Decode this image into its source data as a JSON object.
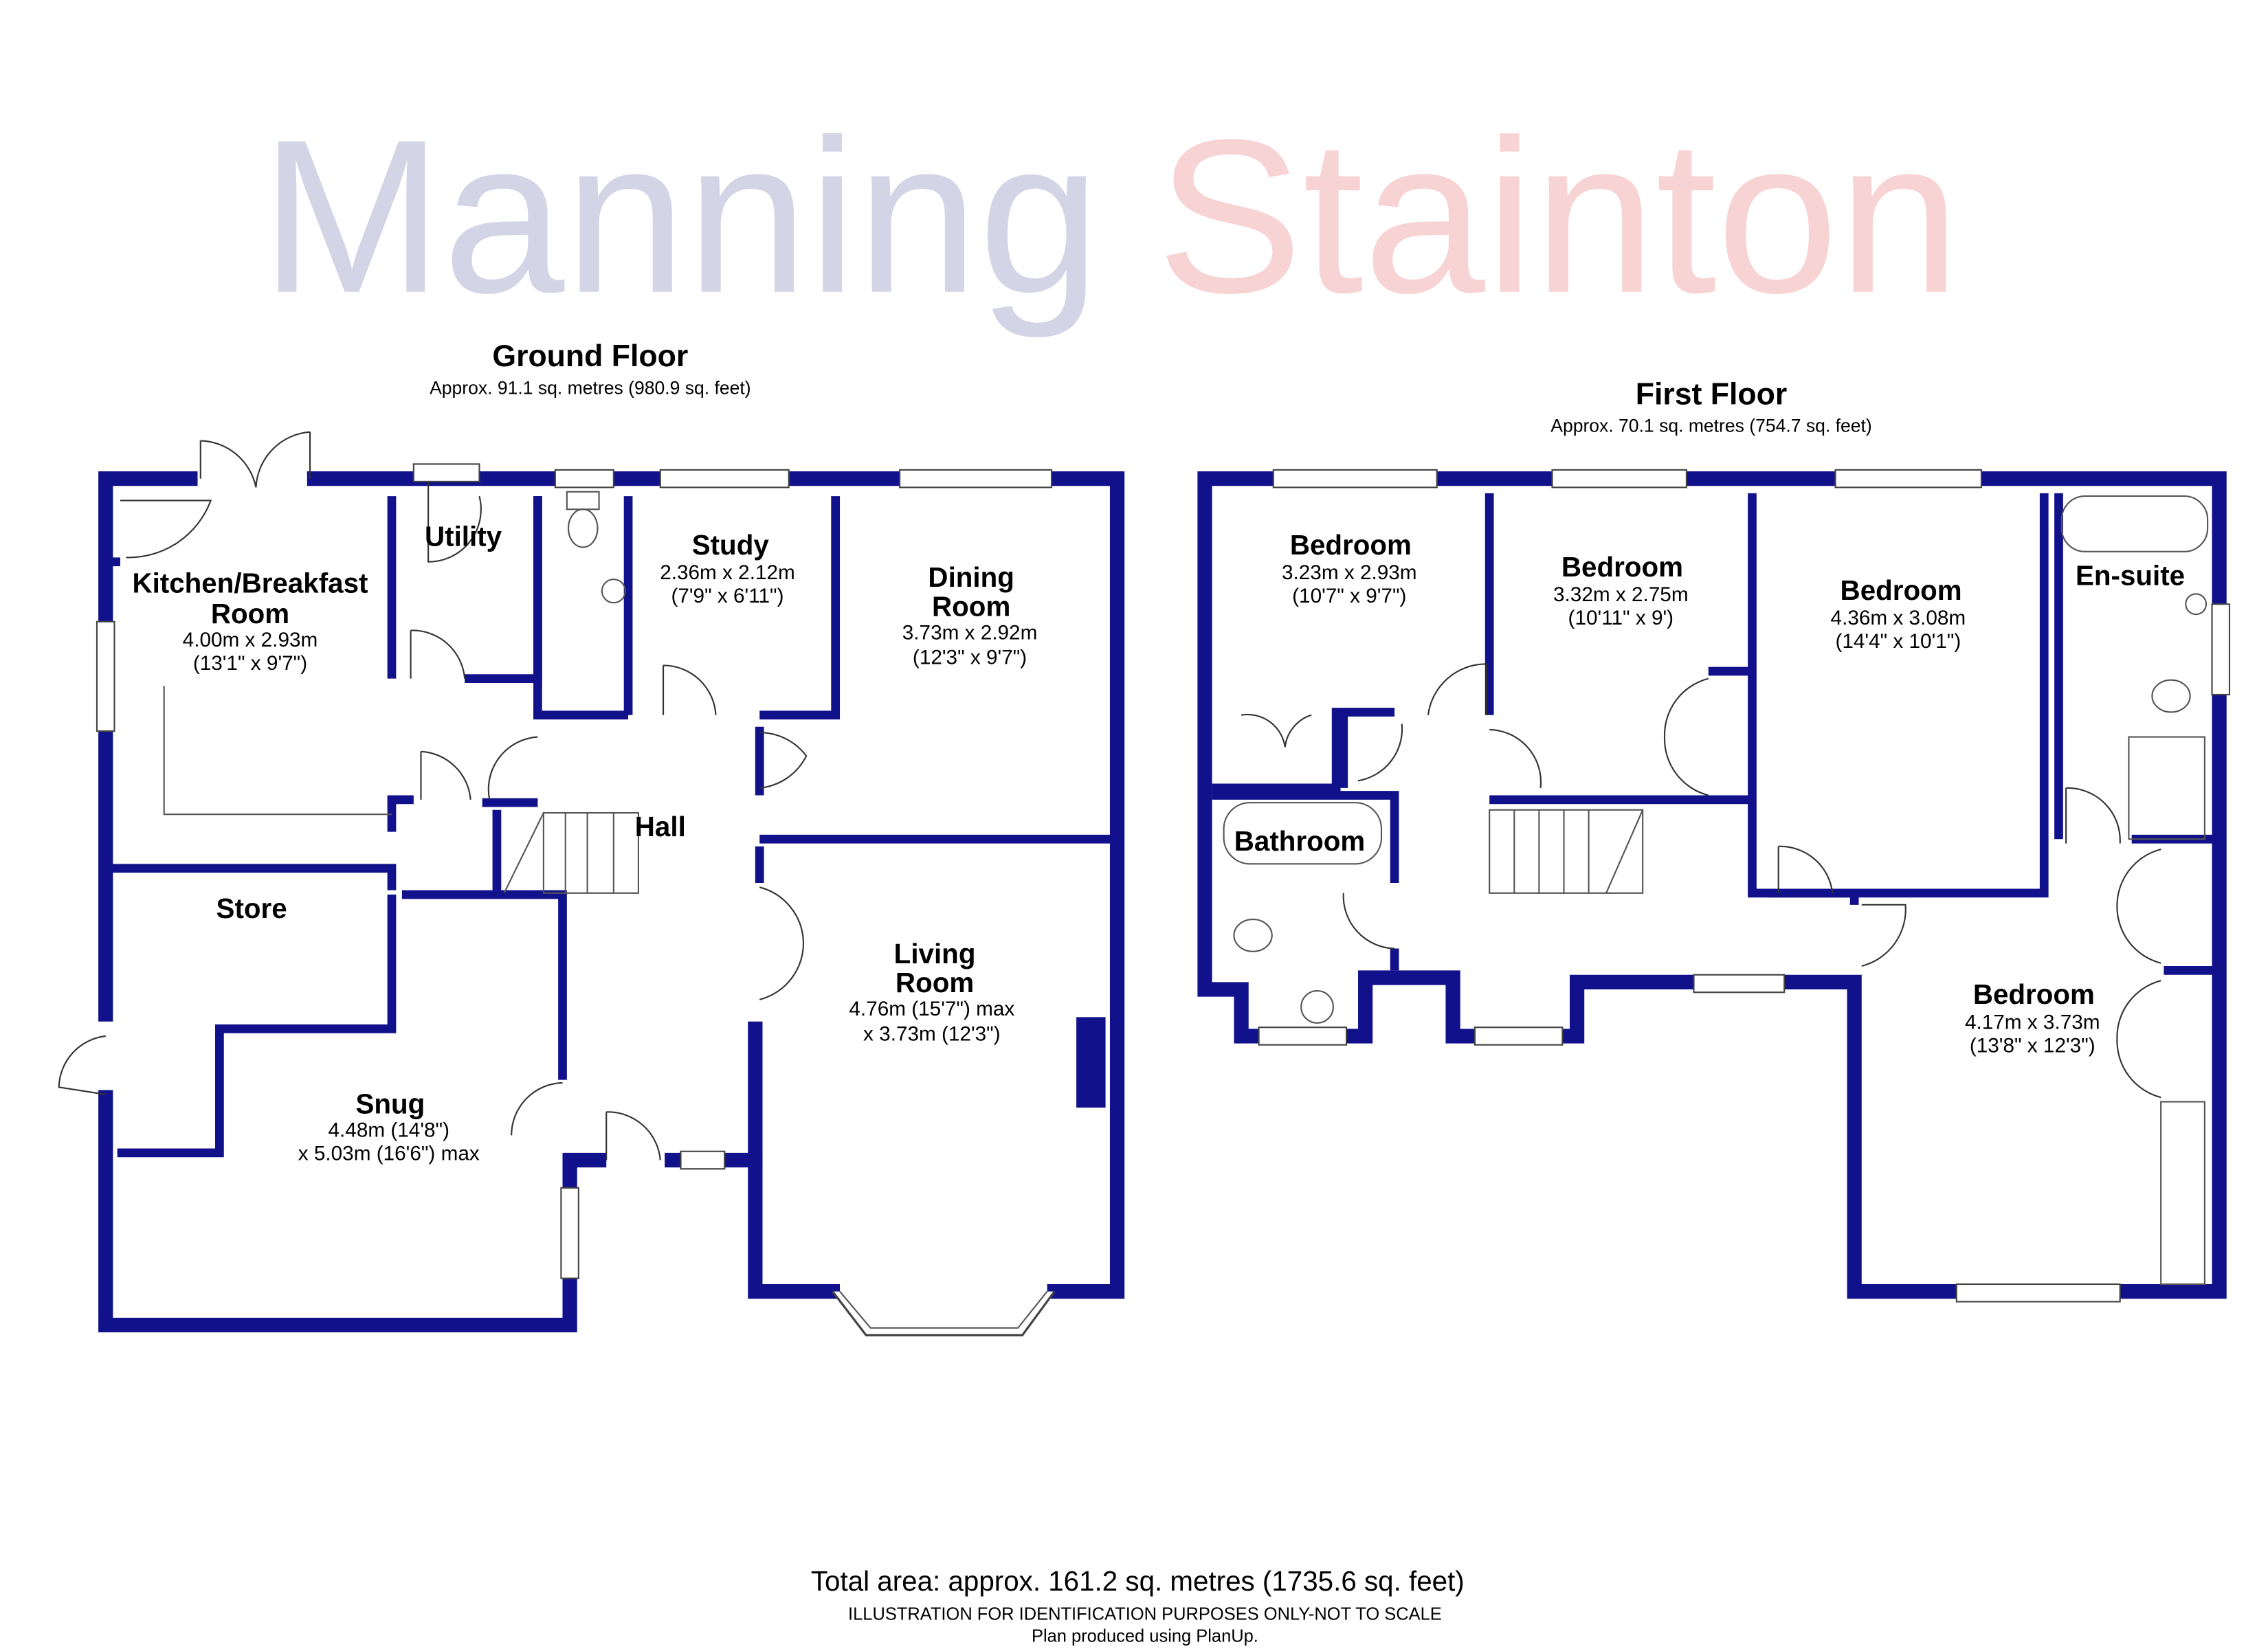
{
  "watermark": {
    "part1": "Manning",
    "part2": "Stainton",
    "color1": "#c9cbe0",
    "color2": "#f6c9c9"
  },
  "wall_color": "#11118c",
  "ground_floor": {
    "title": "Ground Floor",
    "area": "Approx. 91.1 sq. metres (980.9 sq. feet)",
    "rooms": {
      "kitchen": {
        "name1": "Kitchen/Breakfast",
        "name2": "Room",
        "dim1": "4.00m x 2.93m",
        "dim2": "(13'1\" x 9'7\")"
      },
      "utility": {
        "name": "Utility"
      },
      "study": {
        "name": "Study",
        "dim1": "2.36m x 2.12m",
        "dim2": "(7'9\" x 6'11\")"
      },
      "dining": {
        "name1": "Dining",
        "name2": "Room",
        "dim1": "3.73m x 2.92m",
        "dim2": "(12'3\" x 9'7\")"
      },
      "hall": {
        "name": "Hall"
      },
      "store": {
        "name": "Store"
      },
      "living": {
        "name1": "Living",
        "name2": "Room",
        "dim1": "4.76m (15'7\") max",
        "dim2": "x 3.73m (12'3\")"
      },
      "snug": {
        "name": "Snug",
        "dim1": "4.48m (14'8\")",
        "dim2": "x 5.03m (16'6\") max"
      }
    }
  },
  "first_floor": {
    "title": "First Floor",
    "area": "Approx. 70.1 sq. metres (754.7 sq. feet)",
    "rooms": {
      "bedroom1": {
        "name": "Bedroom",
        "dim1": "3.23m x 2.93m",
        "dim2": "(10'7\" x 9'7\")"
      },
      "bedroom2": {
        "name": "Bedroom",
        "dim1": "3.32m x 2.75m",
        "dim2": "(10'11\" x 9')"
      },
      "bedroom3": {
        "name": "Bedroom",
        "dim1": "4.36m x 3.08m",
        "dim2": "(14'4\" x 10'1\")"
      },
      "ensuite": {
        "name": "En-suite"
      },
      "bathroom": {
        "name": "Bathroom"
      },
      "bedroom4": {
        "name": "Bedroom",
        "dim1": "4.17m x 3.73m",
        "dim2": "(13'8\" x 12'3\")"
      }
    }
  },
  "footer": {
    "total": "Total area: approx. 161.2 sq. metres (1735.6 sq. feet)",
    "disclaimer": "ILLUSTRATION FOR IDENTIFICATION PURPOSES ONLY-NOT TO SCALE",
    "credit": "Plan produced using PlanUp."
  }
}
